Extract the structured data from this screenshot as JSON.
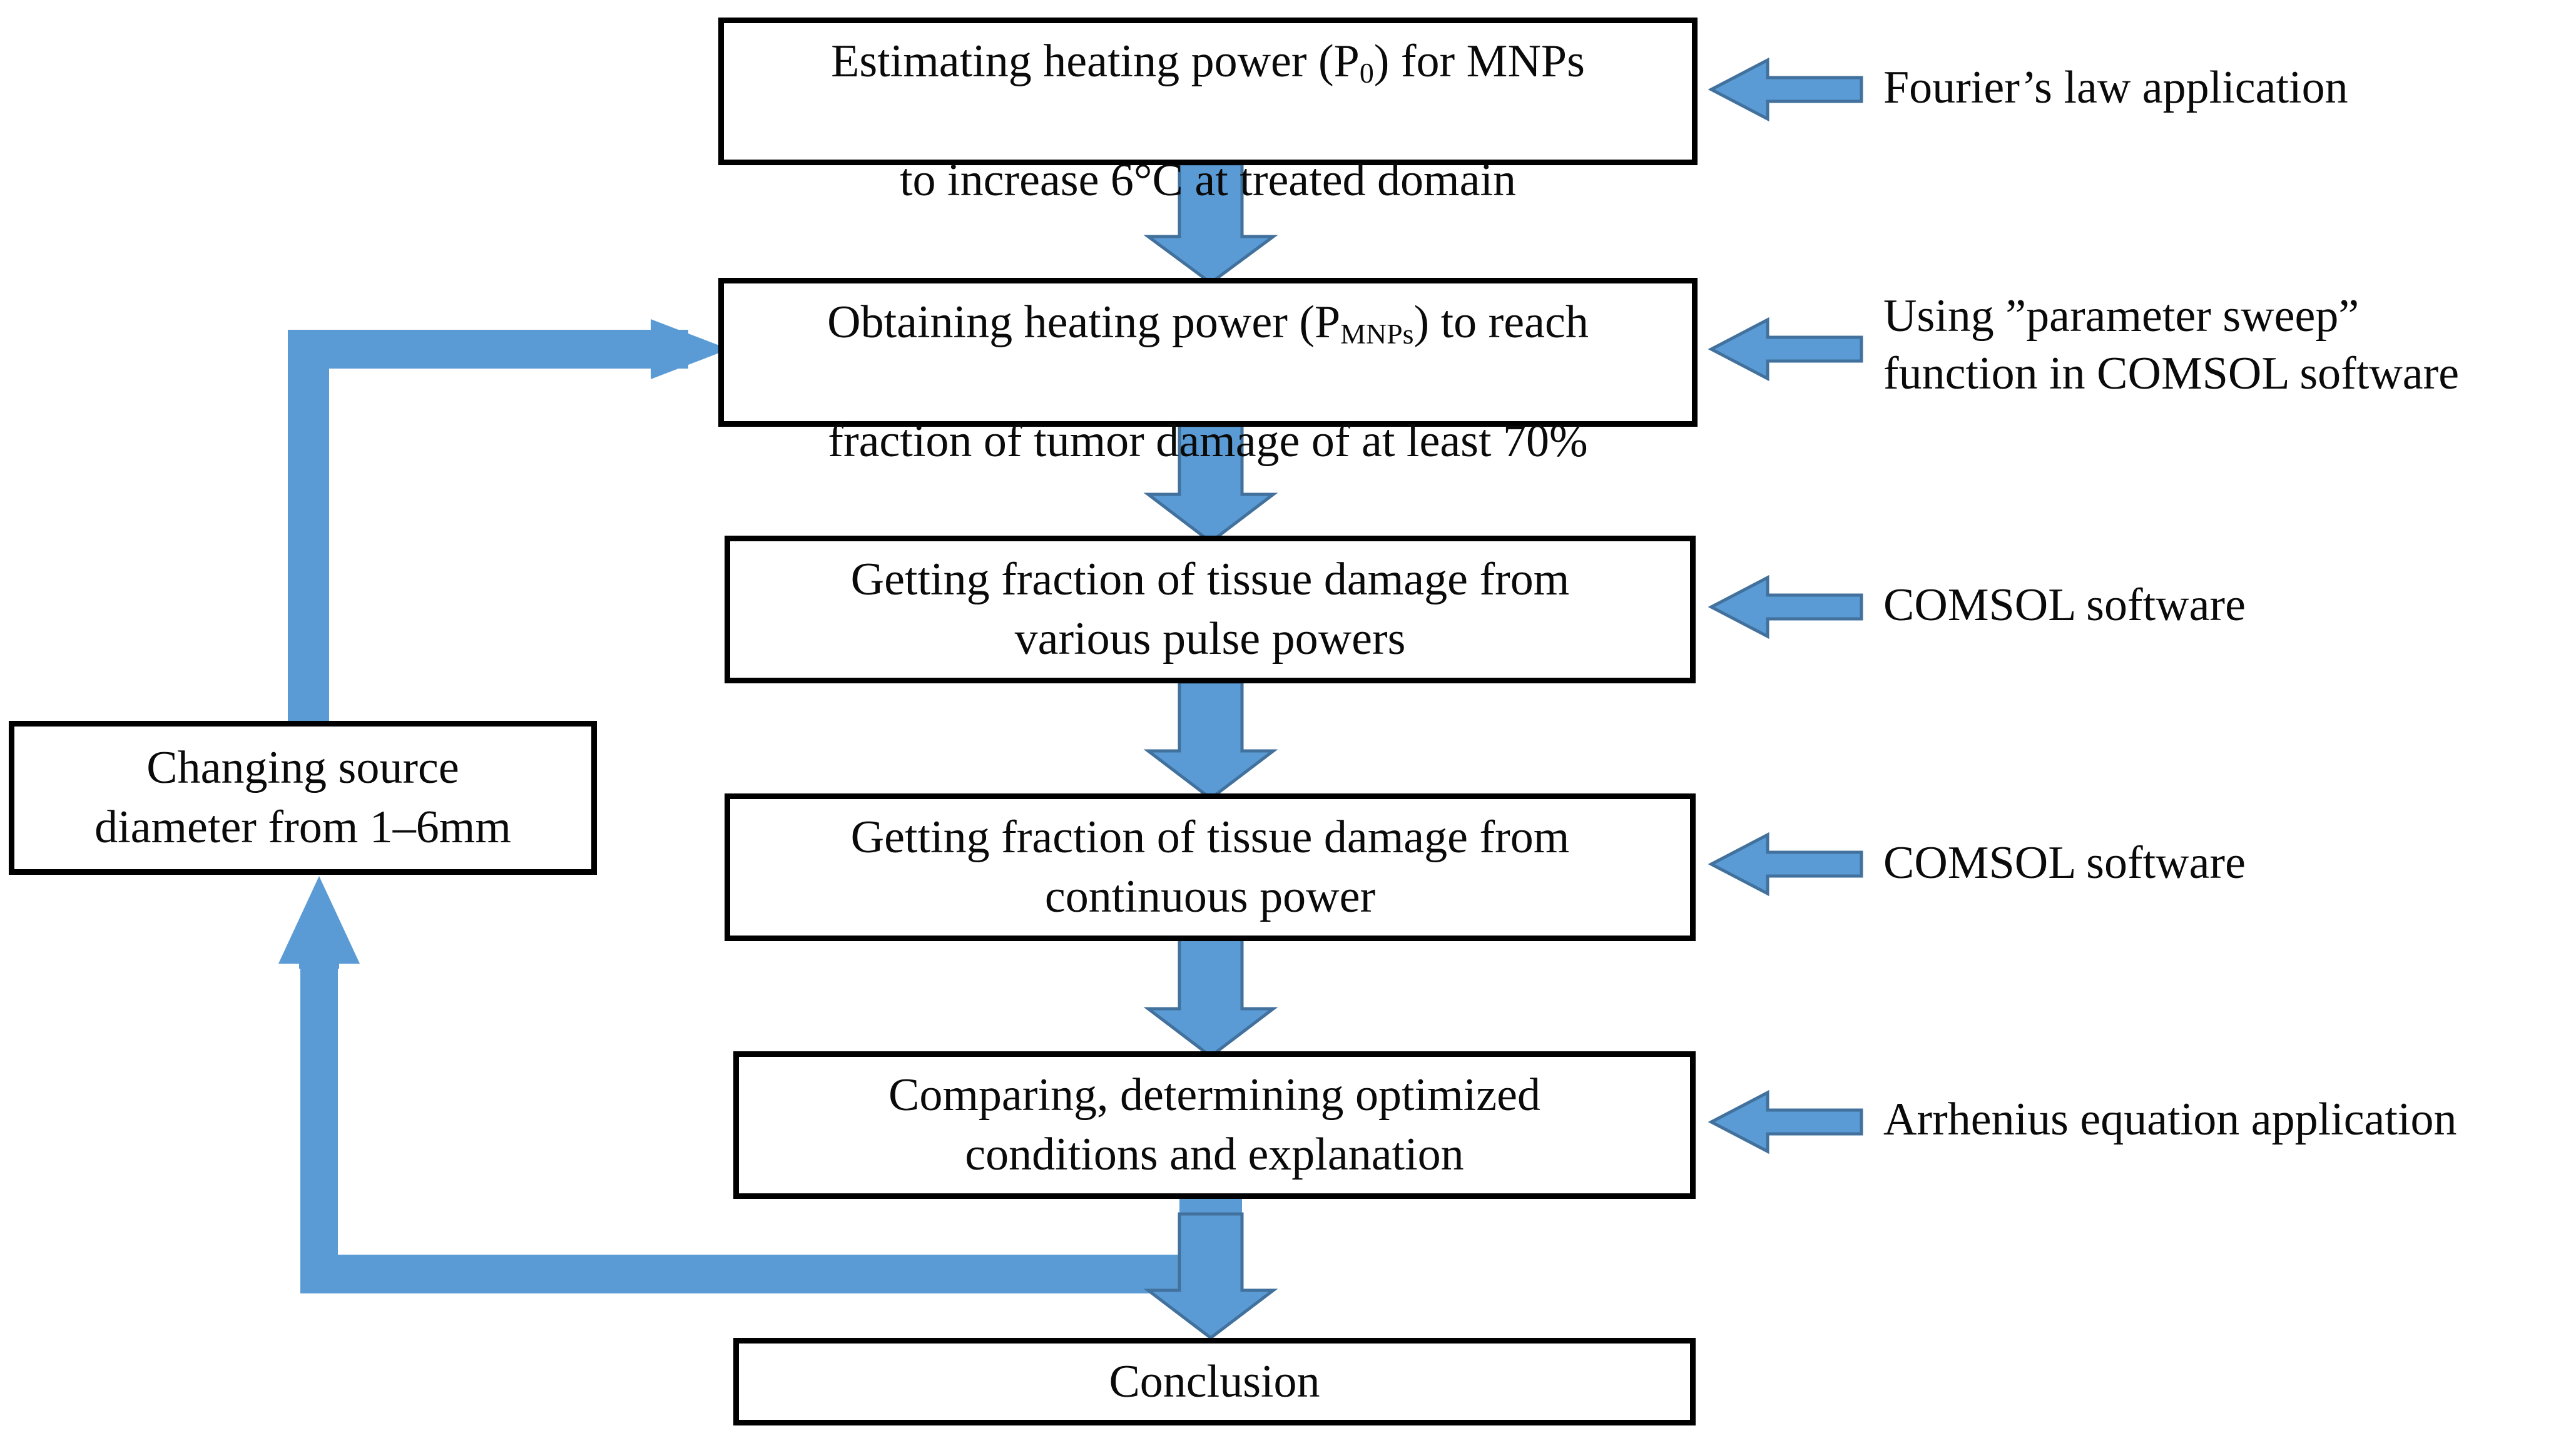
{
  "diagram": {
    "title": "Hypothermia simulation workflow flowchart",
    "accent_color": "#5B9BD5",
    "accent_stroke_color": "#41719C",
    "box_border_color": "#000000",
    "background_color": "#FFFFFF",
    "nodes": [
      {
        "id": "estimating-power",
        "line1": "Estimating heating power (P",
        "sub1": "0",
        "line1b": ") for MNPs",
        "line2": "to increase 6°C at treated domain"
      },
      {
        "id": "obtaining-power",
        "line1": "Obtaining heating power  (P",
        "sub1": "MNPs",
        "line1b": ") to reach",
        "line2": "fraction of tumor damage of at least 70%"
      },
      {
        "id": "pulse-damage",
        "text": "Getting fraction of tissue damage from\nvarious pulse powers"
      },
      {
        "id": "continuous-damage",
        "text": "Getting fraction of tissue damage from\ncontinuous  power"
      },
      {
        "id": "comparing",
        "text": "Comparing, determining optimized\nconditions and explanation"
      },
      {
        "id": "conclusion",
        "text": "Conclusion"
      },
      {
        "id": "changing-source",
        "text": "Changing source\ndiameter from 1–6mm"
      }
    ],
    "side_labels": [
      {
        "id": "fourier",
        "text": "Fourier’s law application"
      },
      {
        "id": "parameter-sweep",
        "text": "Using ”parameter sweep”\nfunction in COMSOL software"
      },
      {
        "id": "comsol-pulse",
        "text": "COMSOL software"
      },
      {
        "id": "comsol-continuous",
        "text": "COMSOL software"
      },
      {
        "id": "arrhenius",
        "text": "Arrhenius equation application"
      }
    ],
    "connectors": [
      {
        "id": "estimating-to-obtaining",
        "direction": "down"
      },
      {
        "id": "obtaining-to-pulse",
        "direction": "down"
      },
      {
        "id": "pulse-to-continuous",
        "direction": "down"
      },
      {
        "id": "continuous-to-comparing",
        "direction": "down"
      },
      {
        "id": "comparing-to-conclusion",
        "direction": "down"
      },
      {
        "id": "comparing-to-changing-source",
        "direction": "elbow-up-left"
      },
      {
        "id": "changing-source-to-obtaining",
        "direction": "elbow-up-right"
      },
      {
        "id": "fourier-to-estimating",
        "direction": "left"
      },
      {
        "id": "sweep-to-obtaining",
        "direction": "left"
      },
      {
        "id": "comsol-to-pulse",
        "direction": "left"
      },
      {
        "id": "comsol-to-continuous",
        "direction": "left"
      },
      {
        "id": "arrhenius-to-comparing",
        "direction": "left"
      }
    ]
  }
}
